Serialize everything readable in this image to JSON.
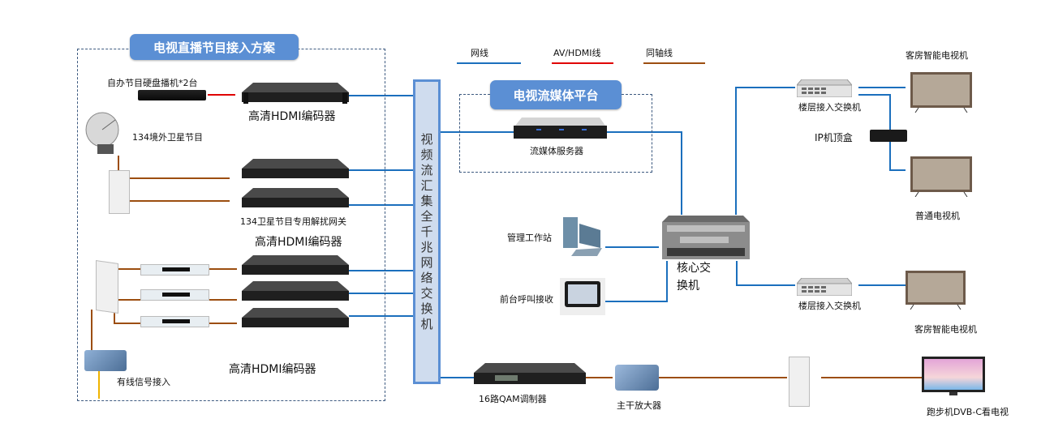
{
  "legend": {
    "items": [
      {
        "label": "网线",
        "color": "#1b6fbd"
      },
      {
        "label": "AV/HDMI线",
        "color": "#e00000"
      },
      {
        "label": "同轴线",
        "color": "#9c4e10"
      }
    ]
  },
  "sections": {
    "live_tv": {
      "title": "电视直播节目接入方案"
    },
    "streaming": {
      "title": "电视流媒体平台"
    }
  },
  "aggregation_switch": {
    "label": "视频流汇集全千兆网络交换机",
    "chars": [
      "视",
      "频",
      "流",
      "汇",
      "集",
      "全",
      "千",
      "兆",
      "网",
      "络",
      "交",
      "换",
      "机"
    ]
  },
  "devices": {
    "hdd_player": "自办节目硬盘播机*2台",
    "encoder_1": "高清HDMI编码器",
    "satellite": "134境外卫星节目",
    "descrambler_gateway": "134卫星节目专用解扰网关",
    "encoder_2": "高清HDMI编码器",
    "encoder_3": "高清HDMI编码器",
    "cable_input": "有线信号接入",
    "streaming_server": "流媒体服务器",
    "mgmt_workstation": "管理工作站",
    "front_desk": "前台呼叫接收",
    "core_switch": [
      "核心交",
      "换机"
    ],
    "floor_switch_1": "楼层接入交换机",
    "floor_switch_2": "楼层接入交换机",
    "ip_stb": "IP机顶盒",
    "smart_tv_1": "客房智能电视机",
    "normal_tv": "普通电视机",
    "smart_tv_2": "客房智能电视机",
    "qam_modulator": "16路QAM调制器",
    "trunk_amplifier": "主干放大器",
    "treadmill_tv": "跑步机DVB-C看电视"
  },
  "colors": {
    "network": "#1b6fbd",
    "av_hdmi": "#e00000",
    "coax": "#9c4e10",
    "title_bg": "#5b8fd4",
    "agg_bg": "#cfdcee"
  }
}
